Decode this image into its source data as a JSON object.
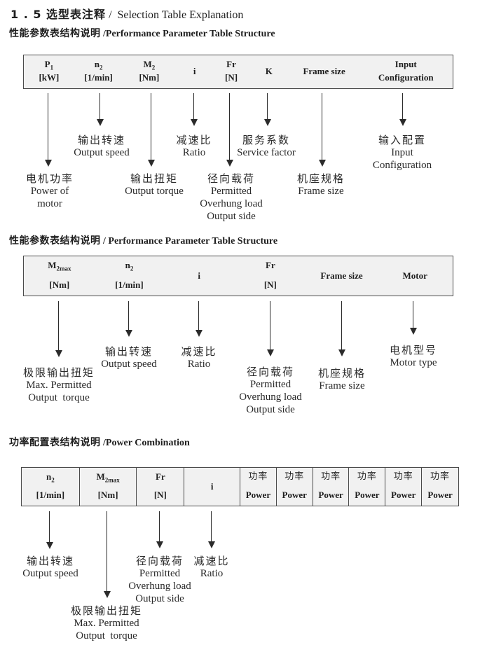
{
  "title": {
    "zh": "1 . 5 选型表注释",
    "en": " /  Selection Table Explanation"
  },
  "s1": {
    "heading": {
      "zh": "性能参数表结构说明",
      "en": " /Performance Parameter Table Structure"
    },
    "cols": [
      {
        "base": "P",
        "sub": "1",
        "line2": "[kW]"
      },
      {
        "base": "n",
        "sub": "2",
        "line2": "[1/min]"
      },
      {
        "base": "M",
        "sub": "2",
        "line2": "[Nm]"
      },
      {
        "base": "i"
      },
      {
        "base": "Fr",
        "line2": "[N]"
      },
      {
        "base": "K"
      },
      {
        "base": "Frame size"
      },
      {
        "base": "Input",
        "line2": "Configuration"
      }
    ],
    "callouts": [
      {
        "zh": "电机功率",
        "en1": "Power of",
        "en2": "motor"
      },
      {
        "zh": "输出转速",
        "en1": "Output speed"
      },
      {
        "zh": "输出扭矩",
        "en1": "Output torque"
      },
      {
        "zh": "减速比",
        "en1": "Ratio"
      },
      {
        "zh": "径向载荷",
        "en1": "Permitted",
        "en2": "Overhung load",
        "en3": "Output side"
      },
      {
        "zh": "服务系数",
        "en1": "Service factor"
      },
      {
        "zh": "机座规格",
        "en1": "Frame size"
      },
      {
        "zh": "输入配置",
        "en1": "Input",
        "en2": "Configuration"
      }
    ]
  },
  "s2": {
    "heading": {
      "zh": "性能参数表结构说明",
      "en": " / Performance Parameter Table Structure"
    },
    "cols": [
      {
        "base": "M",
        "sub": "2max",
        "line2": "[Nm]"
      },
      {
        "base": "n",
        "sub": "2",
        "line2": "[1/min]"
      },
      {
        "base": "i"
      },
      {
        "base": "Fr",
        "line2": "[N]"
      },
      {
        "base": "Frame size"
      },
      {
        "base": "Motor"
      }
    ],
    "callouts": [
      {
        "zh": "极限输出扭矩",
        "en1": "Max. Permitted",
        "en2": "Output  torque"
      },
      {
        "zh": "输出转速",
        "en1": "Output speed"
      },
      {
        "zh": "减速比",
        "en1": "Ratio"
      },
      {
        "zh": "径向载荷",
        "en1": "Permitted",
        "en2": "Overhung load",
        "en3": "Output side"
      },
      {
        "zh": "机座规格",
        "en1": "Frame size"
      },
      {
        "zh": "电机型号",
        "en1": "Motor type"
      }
    ]
  },
  "s3": {
    "heading": {
      "zh": "功率配置表结构说明",
      "en": " /Power Combination"
    },
    "cols": [
      {
        "base": "n",
        "sub": "2",
        "line2": "[1/min]"
      },
      {
        "base": "M",
        "sub": "2max",
        "line2": "[Nm]"
      },
      {
        "base": "Fr",
        "line2": "[N]"
      },
      {
        "base": "i"
      }
    ],
    "power_cols": [
      {
        "zh": "功率",
        "en": "Power"
      },
      {
        "zh": "功率",
        "en": "Power"
      },
      {
        "zh": "功率",
        "en": "Power"
      },
      {
        "zh": "功率",
        "en": "Power"
      },
      {
        "zh": "功率",
        "en": "Power"
      },
      {
        "zh": "功率",
        "en": "Power"
      }
    ],
    "callouts": [
      {
        "zh": "输出转速",
        "en1": "Output speed"
      },
      {
        "zh": "极限输出扭矩",
        "en1": "Max. Permitted",
        "en2": "Output  torque"
      },
      {
        "zh": "径向载荷",
        "en1": "Permitted",
        "en2": "Overhung load",
        "en3": "Output side"
      },
      {
        "zh": "减速比",
        "en1": "Ratio"
      }
    ]
  }
}
